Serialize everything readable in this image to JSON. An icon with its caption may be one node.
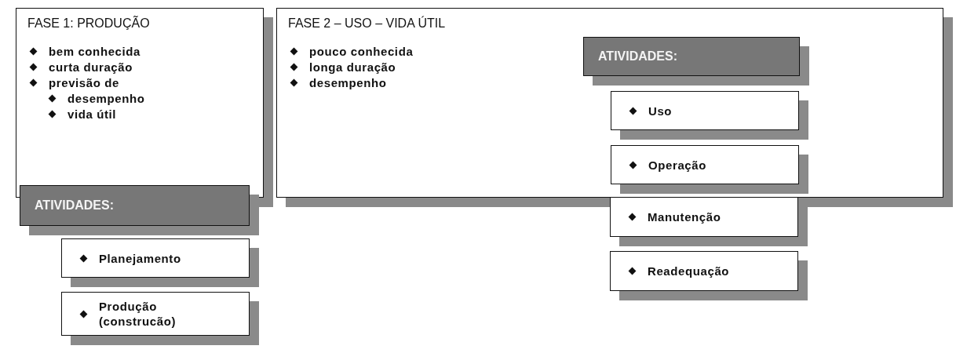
{
  "diagram": {
    "nodes": [
      {
        "text": [
          "FASE 1: PRODUÇÃO",
          "bem conhecida",
          "curta duração",
          "previsão de",
          "desempenho",
          "vida útil"
        ]
      },
      {
        "text": [
          "ATIVIDADES:"
        ]
      },
      {
        "text": [
          "Planejamento"
        ]
      },
      {
        "text": [
          "Produção (construcão)"
        ]
      },
      {
        "text": [
          "FASE 2 – USO – VIDA ÚTIL",
          "pouco conhecida",
          "longa duração",
          "desempenho"
        ]
      },
      {
        "text": [
          "ATIVIDADES:"
        ],
        "in": 4
      },
      {
        "text": [
          "Uso"
        ],
        "in": 4
      },
      {
        "text": [
          "Operação"
        ],
        "in": 4
      },
      {
        "text": [
          "Manutenção"
        ]
      },
      {
        "text": [
          "Readequação"
        ]
      }
    ],
    "edges": []
  }
}
